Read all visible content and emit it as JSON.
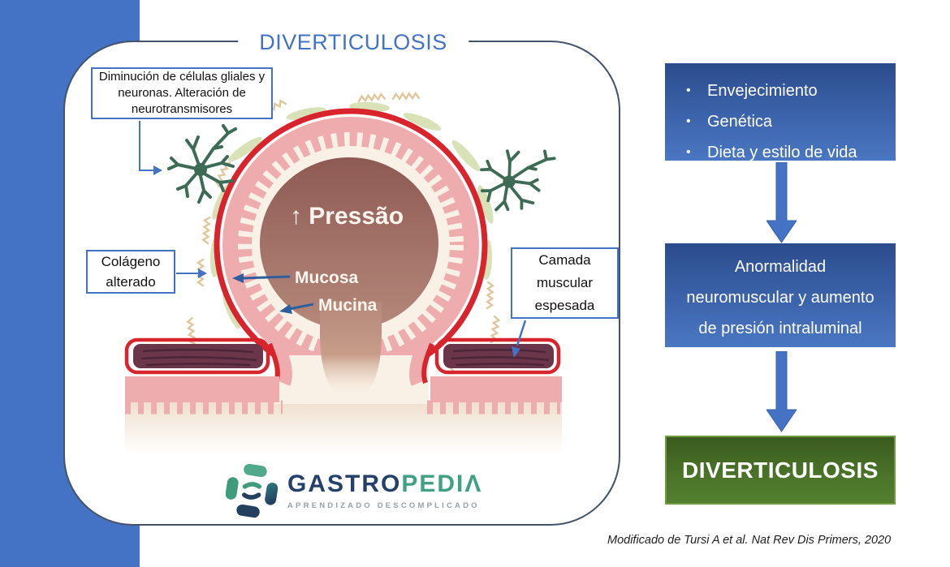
{
  "card": {
    "title": "DIVERTICULOSIS",
    "labels": {
      "neural": {
        "lines": [
          "Diminución de células gliales y",
          "neuronas. Alteración de",
          "neurotransmisores"
        ]
      },
      "colageno": {
        "lines": [
          "Colágeno",
          "alterado"
        ]
      },
      "camada": {
        "lines": [
          "Camada",
          "muscular",
          "espesada"
        ]
      }
    },
    "diagram": {
      "pressure_label": "↑ Pressão",
      "mucosa_label": "Mucosa",
      "mucina_label": "Mucina"
    },
    "logo": {
      "brand_primary": "GASTRO",
      "brand_secondary": "PEDIΛ",
      "tagline": "APRENDIZADO DESCOMPLICADO"
    }
  },
  "flowchart": {
    "causes": {
      "items": [
        "Envejecimiento",
        "Genética",
        "Dieta y estilo de vida"
      ],
      "bullet": "•"
    },
    "mechanism": {
      "lines": [
        "Anormalidad",
        "neuromuscular y aumento",
        "de presión intraluminal"
      ]
    },
    "outcome": {
      "text": "DIVERTICULOSIS"
    }
  },
  "citation": "Modificado de Tursi A et al. Nat Rev Dis Primers, 2020",
  "colors": {
    "accent_blue": "#4472C4",
    "card_border": "#44546A",
    "red_serosa": "#D8242C",
    "pink_mucosa": "#EFACAE",
    "cream_mucina": "#FAF1E6",
    "lumen_brown": "#8E5A53",
    "muscle_maroon": "#6B3649",
    "neuron_green": "#3D6B55",
    "flow_green_box": "#4B7429"
  }
}
